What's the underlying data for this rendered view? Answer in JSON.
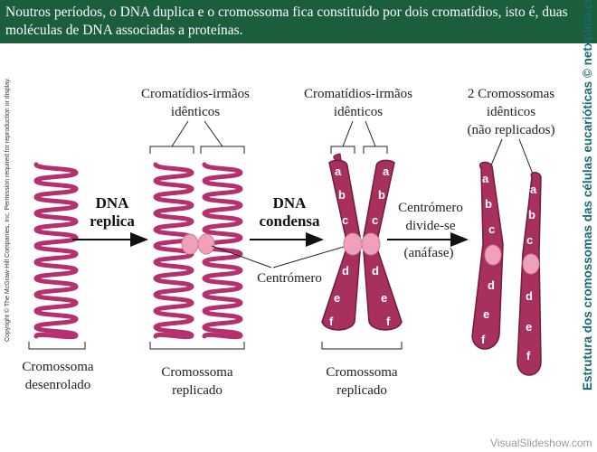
{
  "banner": {
    "text": "Noutros períodos, o DNA duplica e o cromossoma fica constituído por dois cromatídios, isto é, duas moléculas de DNA associadas a proteínas."
  },
  "labels": {
    "sister_chromatids_1": [
      "Cromatídios-irmãos",
      "idênticos"
    ],
    "sister_chromatids_2": [
      "Cromatídios-irmãos",
      "idênticos"
    ],
    "two_chromosomes": [
      "2 Cromossomas",
      "idênticos",
      "(não replicados)"
    ],
    "dna_replicates": [
      "DNA",
      "replica"
    ],
    "dna_condenses": [
      "DNA",
      "condensa"
    ],
    "centromere_divides": [
      "Centrómero",
      "divide-se"
    ],
    "anaphase": "(anáfase)",
    "centromere": "Centrómero",
    "unwound_chromosome": [
      "Cromossoma",
      "desenrolado"
    ],
    "replicated_chromosome_1": [
      "Cromossoma",
      "replicado"
    ],
    "replicated_chromosome_2": [
      "Cromossoma",
      "replicado"
    ]
  },
  "segments": [
    "a",
    "b",
    "c",
    "d",
    "e",
    "f"
  ],
  "copyright": "Copyright © The McGraw-Hill Companies, Inc. Permission required for reproduction or display.",
  "side_caption": "Estrutura dos cromossomas das células eucarióticas © netxplica.com",
  "watermark": "VisualSlideshow.com",
  "colors": {
    "banner": "#1b5e3c",
    "dna_strand": "#b5306e",
    "chromatid": "#a8305f",
    "centromere": "#f0a0b8",
    "side_caption": "#1b6a6e"
  }
}
